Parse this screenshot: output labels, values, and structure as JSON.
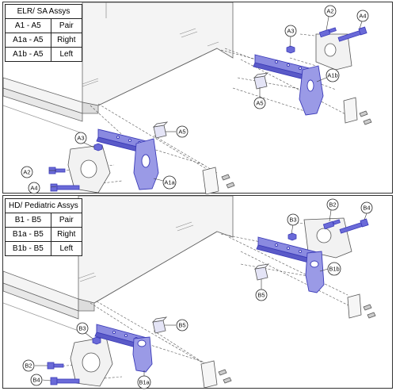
{
  "top_panel": {
    "table": {
      "title": "ELR/ SA Assys",
      "rows": [
        {
          "range": "A1 - A5",
          "type": "Pair"
        },
        {
          "range": "A1a - A5",
          "type": "Right"
        },
        {
          "range": "A1b - A5",
          "type": "Left"
        }
      ]
    },
    "callouts": {
      "a1a": "A1a",
      "a1b": "A1b",
      "a2_upper": "A2",
      "a2_lower": "A2",
      "a3_upper": "A3",
      "a3_lower": "A3",
      "a4_upper": "A4",
      "a4_lower": "A4",
      "a5_upper": "A5",
      "a5_lower": "A5"
    }
  },
  "bottom_panel": {
    "table": {
      "title": "HD/ Pediatric Assys",
      "rows": [
        {
          "range": "B1 - B5",
          "type": "Pair"
        },
        {
          "range": "B1a - B5",
          "type": "Right"
        },
        {
          "range": "B1b - B5",
          "type": "Left"
        }
      ]
    },
    "callouts": {
      "b1a": "B1a",
      "b1b": "B1b",
      "b2_upper": "B2",
      "b2_lower": "B2",
      "b3_upper": "B3",
      "b3_lower": "B3",
      "b4_upper": "B4",
      "b4_lower": "B4",
      "b5_upper": "B5",
      "b5_lower": "B5"
    }
  },
  "colors": {
    "part_highlight": "#3b3bb8",
    "part_highlight_light": "#8a8ae0",
    "line": "#555555",
    "frame_fill": "#f4f4f4"
  }
}
